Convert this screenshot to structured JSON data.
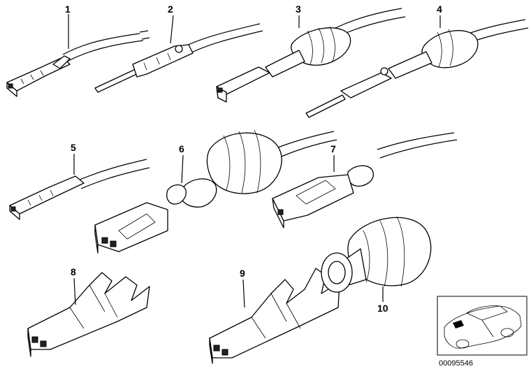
{
  "diagram": {
    "callouts": [
      {
        "id": "1",
        "label": "1"
      },
      {
        "id": "2",
        "label": "2"
      },
      {
        "id": "3",
        "label": "3"
      },
      {
        "id": "4",
        "label": "4"
      },
      {
        "id": "5",
        "label": "5"
      },
      {
        "id": "6",
        "label": "6"
      },
      {
        "id": "7",
        "label": "7"
      },
      {
        "id": "8",
        "label": "8"
      },
      {
        "id": "9",
        "label": "9"
      },
      {
        "id": "10",
        "label": "10"
      }
    ],
    "part_number": "00095546",
    "thumbnail_icon": "car-outline-icon"
  }
}
